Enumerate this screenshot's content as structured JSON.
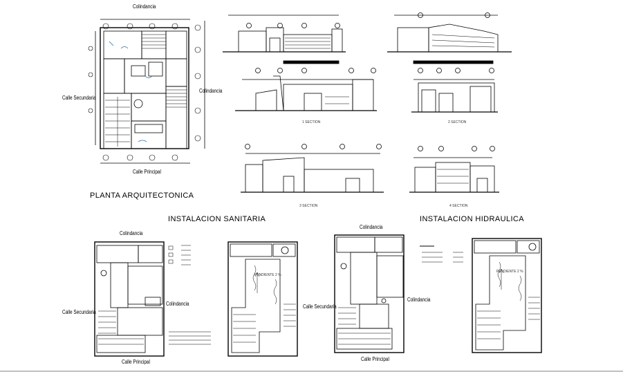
{
  "plan": {
    "top_label": "Colindancia",
    "left_label": "Calle Secundaria",
    "right_label": "Colindancia",
    "bottom_label": "Calle Principal",
    "title": "PLANTA ARQUITECTONICA"
  },
  "sections": {
    "s1": "1  SECTION",
    "s2": "2  SECTION",
    "s3": "3  SECTION",
    "s4": "4  SECTION"
  },
  "sanitaria": {
    "title": "INSTALACION SANITARIA",
    "top_label": "Colindancia",
    "left_label": "Calle Secundaria",
    "right_label": "Colindancia",
    "bottom_label": "Calle Principal",
    "roof_note": "PENDIENTE  2  %"
  },
  "hidraulica": {
    "title": "INSTALACION HIDRAULICA",
    "top_label": "Colindancia",
    "left_label": "Calle Secundaria",
    "right_label": "Colindancia",
    "bottom_label": "Calle Principal",
    "roof_note": "PENDIENTE  2  %"
  },
  "colors": {
    "line": "#000000",
    "fill": "#ffffff",
    "accent": "#2a6fb0"
  }
}
